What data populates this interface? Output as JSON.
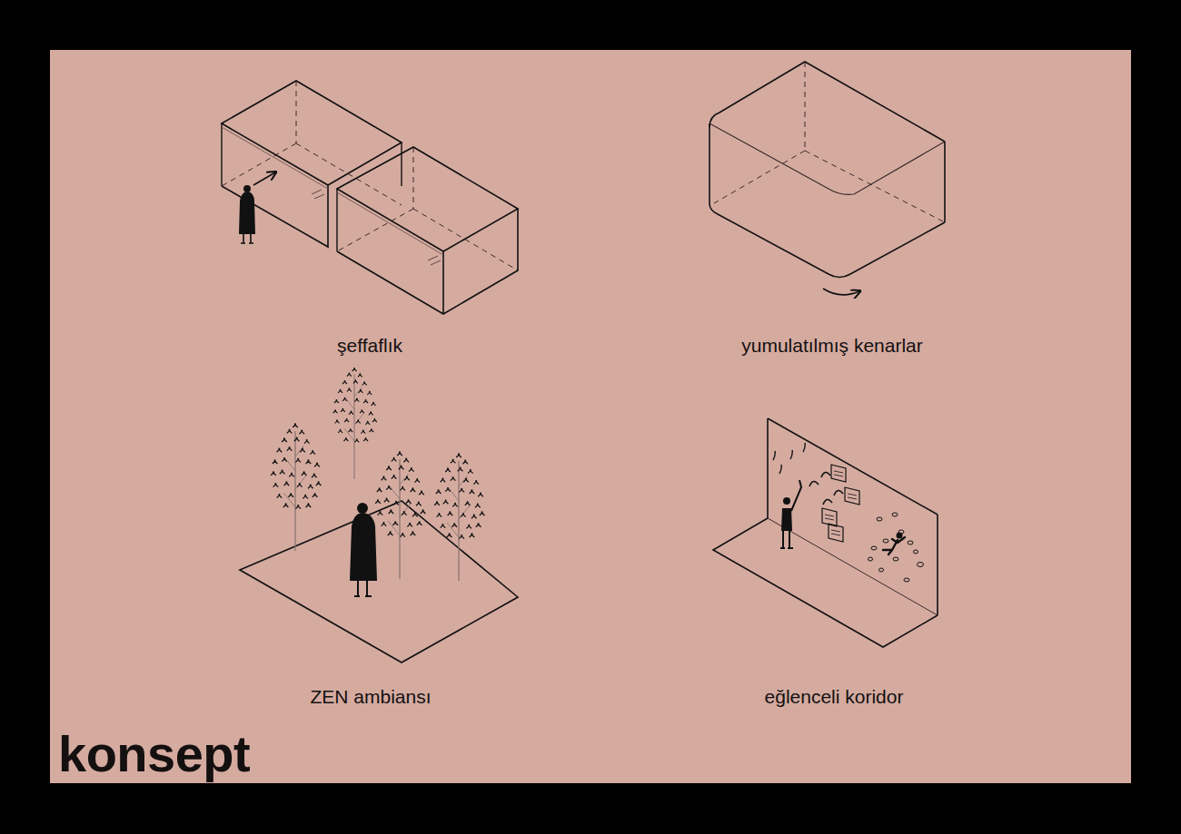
{
  "diagram": {
    "title": "konsept",
    "labels": [
      "şeffaflık",
      "yumulatılmış kenarlar",
      "ZEN ambiansı",
      "eğlenceli koridor"
    ]
  }
}
